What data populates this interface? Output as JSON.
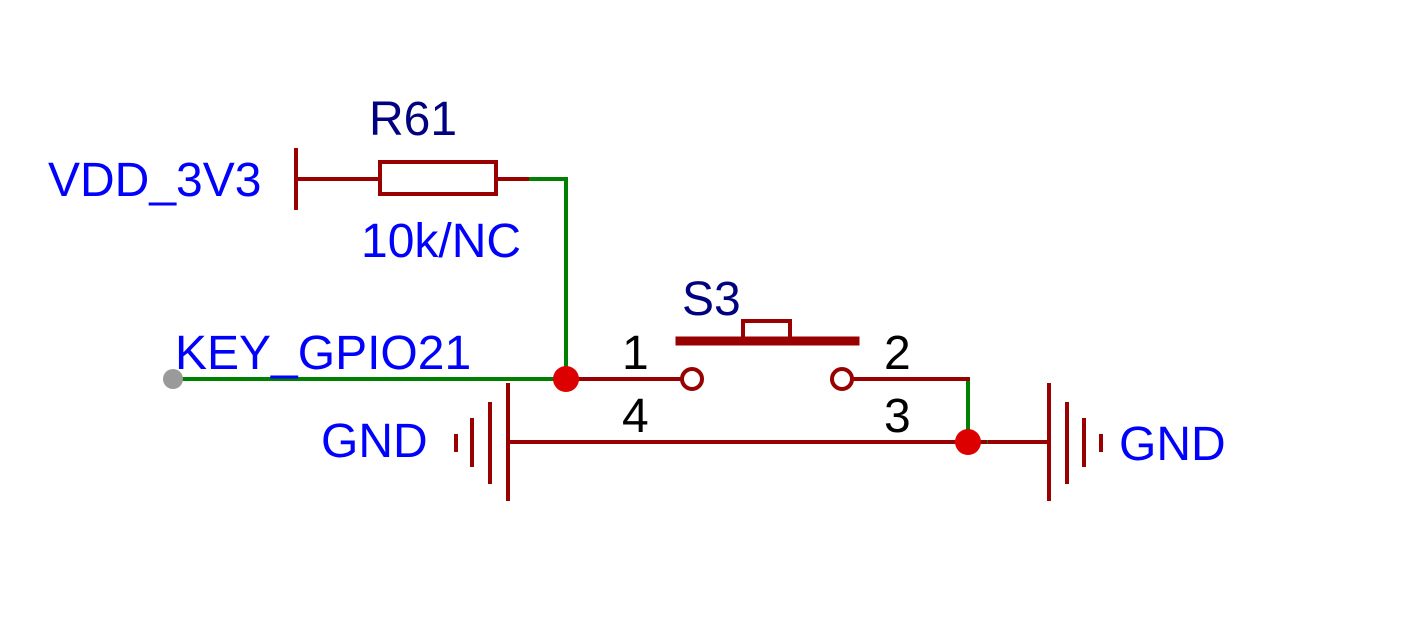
{
  "colors": {
    "component": "#990000",
    "wire": "#008000",
    "junction": "#dd0000",
    "net_label": "#0000ff",
    "designator": "#000080",
    "pin_number": "#000000",
    "port_dot": "#9a9a9a",
    "background": "#ffffff"
  },
  "nets": {
    "power": "VDD_3V3",
    "signal": "KEY_GPIO21",
    "ground_left": "GND",
    "ground_right": "GND"
  },
  "resistor": {
    "designator": "R61",
    "value": "10k/NC"
  },
  "switch": {
    "designator": "S3",
    "pin1": "1",
    "pin2": "2",
    "pin3": "3",
    "pin4": "4"
  }
}
